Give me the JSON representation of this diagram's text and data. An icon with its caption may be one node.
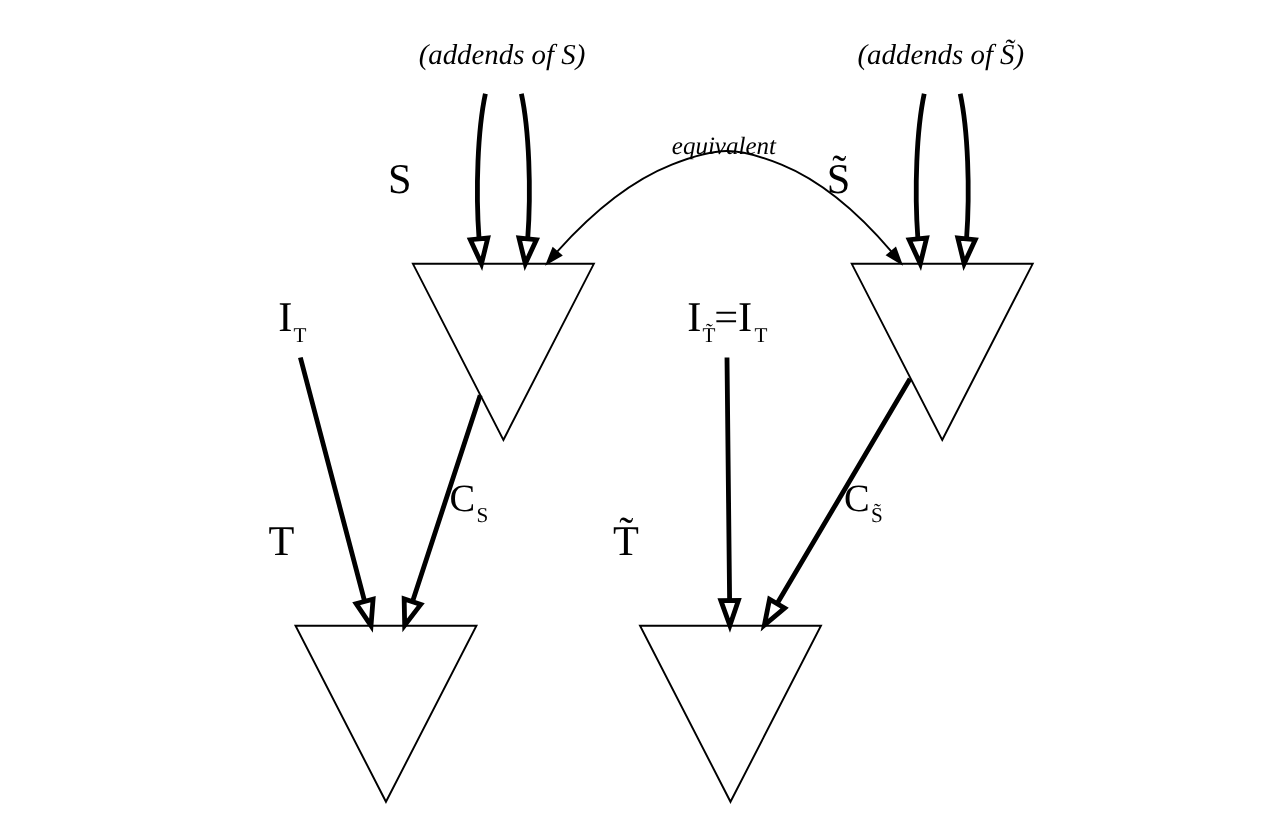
{
  "diagram": {
    "nodes": [
      {
        "text": [
          "I$_{T}$"
        ]
      },
      {
        "text": [
          "(addends of S)"
        ]
      },
      {
        "text": [],
        "shape": "triangle",
        "beside": [
          "S"
        ]
      },
      {
        "text": [],
        "shape": "triangle",
        "beside": [
          "T"
        ]
      },
      {
        "text": [
          "I$_{T̃}$=I$_{T}$"
        ]
      },
      {
        "text": [
          "(addends of S̃)"
        ]
      },
      {
        "text": [],
        "shape": "triangle",
        "beside": [
          "S̃"
        ]
      },
      {
        "text": [],
        "shape": "triangle",
        "beside": [
          "T̃"
        ]
      }
    ],
    "edges": [
      {
        "from": 0,
        "to": 3,
        "arrow": "to"
      },
      {
        "from": 1,
        "to": 2,
        "arrow": "to"
      },
      {
        "from": 1,
        "to": 2,
        "arrow": "to"
      },
      {
        "from": 2,
        "to": 3,
        "arrow": "to",
        "label": "C$_{S}$"
      },
      {
        "from": 4,
        "to": 7,
        "arrow": "to"
      },
      {
        "from": 5,
        "to": 6,
        "arrow": "to"
      },
      {
        "from": 5,
        "to": 6,
        "arrow": "to"
      },
      {
        "from": 6,
        "to": 7,
        "arrow": "to",
        "label": "C$_{S̃}$"
      },
      {
        "from": 2,
        "to": 6,
        "arrow": "both",
        "label": "equivalent"
      }
    ]
  }
}
